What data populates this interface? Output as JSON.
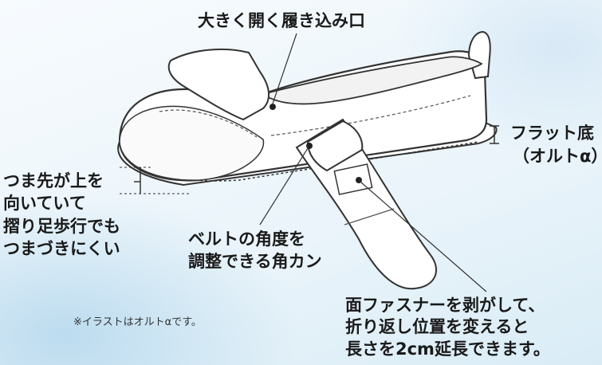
{
  "labels": {
    "wide_opening": "大きく開く履き込み口",
    "flat_sole": "フラット底",
    "flat_sole_model": "（オルトα）",
    "toe_lines": [
      "つま先が上を",
      "向いていて",
      "摺り足歩行でも",
      "つまづきにくい"
    ],
    "belt_lines": [
      "ベルトの角度を",
      "調整できる角カン"
    ],
    "velcro_lines": [
      "面ファスナーを剥がして、",
      "折り返し位置を変えると",
      "長さを2cm延長できます。"
    ],
    "note": "※イラストはオルトαです。"
  }
}
